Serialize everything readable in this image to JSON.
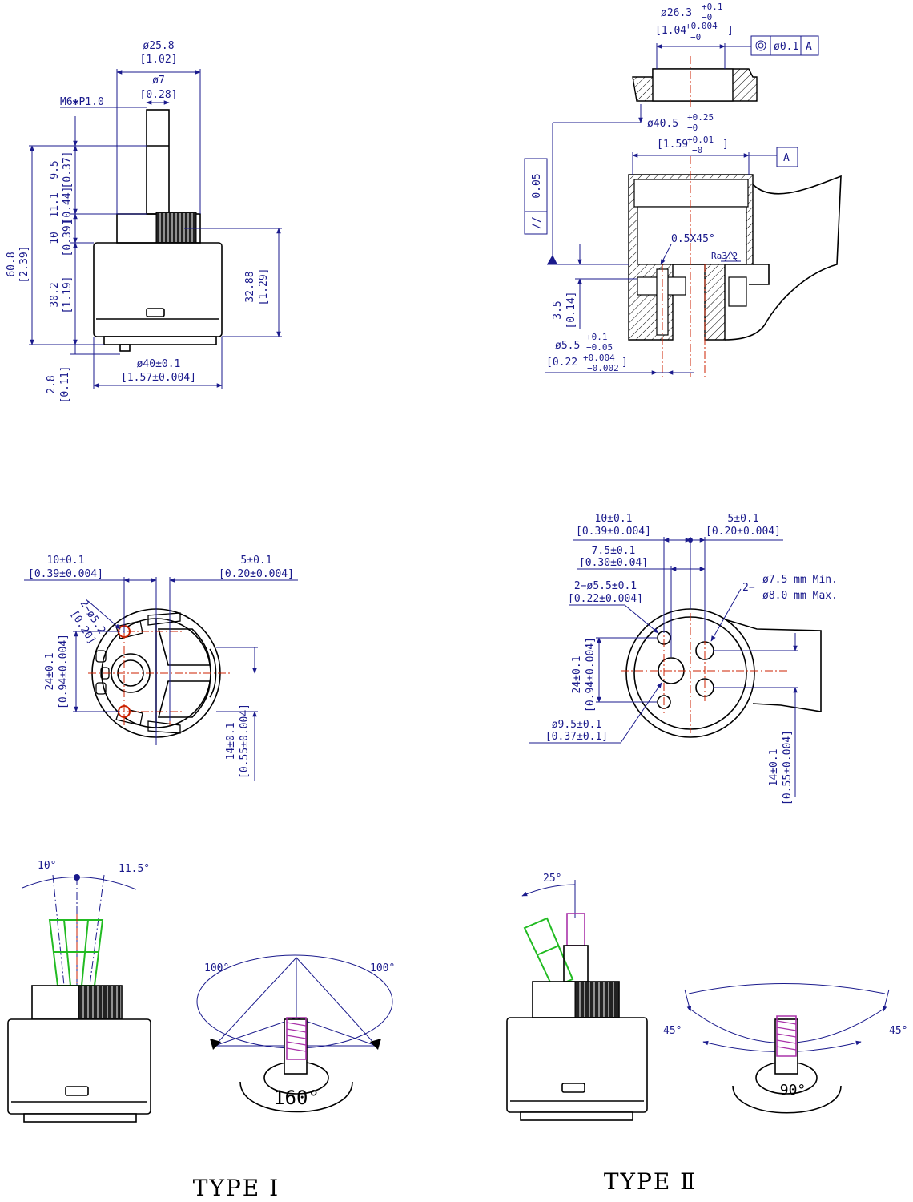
{
  "side_view": {
    "d_top": "ø25.8",
    "d_top_in": "[1.02]",
    "d_stem": "ø7",
    "d_stem_in": "[0.28]",
    "thread": "M6✱P1.0",
    "h_total": "60.8",
    "h_total_in": "[2.39]",
    "h1": "9.5",
    "h1_in": "[0.37]",
    "h2": "11.1",
    "h2_in": "[0.44]",
    "h3": "10",
    "h3_in": "[0.39]",
    "h4": "30.2",
    "h4_in": "[1.19]",
    "h_body": "32.88",
    "h_body_in": "[1.29]",
    "h_bottom": "2.8",
    "h_bottom_in": "[0.11]",
    "d_body": "ø40±0.1",
    "d_body_in": "[1.57±0.004]"
  },
  "section_view": {
    "d_top": "ø26.3",
    "d_top_tol_up": "+0.1",
    "d_top_tol_dn": "−0",
    "d_top_in": "[1.04",
    "d_top_in_up": "+0.004",
    "d_top_in_close": "]",
    "d_top_in_dn": "−0",
    "concentric": "ø0.1",
    "datum_ref": "A",
    "d_mid": "ø40.5",
    "d_mid_tol_up": "+0.25",
    "d_mid_tol_dn": "−0",
    "d_mid_in": "[1.59",
    "d_mid_in_up": "+0.01",
    "d_mid_in_close": "]",
    "d_mid_in_dn": "−0",
    "datum": "A",
    "parallel_tol": "0.05",
    "parallel_sym": "//",
    "chamfer": "0.5X45°",
    "roughness": "Ra3.2",
    "depth": "3.5",
    "depth_in": "[0.14]",
    "d_hole": "ø5.5",
    "d_hole_up": "+0.1",
    "d_hole_dn": "−0.05",
    "d_hole_in": "[0.22",
    "d_hole_in_up": "+0.004",
    "d_hole_in_close": "]",
    "d_hole_in_dn": "−0.002"
  },
  "bottom_view_1": {
    "dx1": "10±0.1",
    "dx1_in": "[0.39±0.004]",
    "dx2": "5±0.1",
    "dx2_in": "[0.20±0.004]",
    "holes": "2−ø5.2",
    "holes_in": "[0.20]",
    "dy1": "24±0.1",
    "dy1_in": "[0.94±0.004]",
    "dy2": "14±0.1",
    "dy2_in": "[0.55±0.004]"
  },
  "bottom_view_2": {
    "dx1": "10±0.1",
    "dx1_in": "[0.39±0.004]",
    "dx2": "5±0.1",
    "dx2_in": "[0.20±0.004]",
    "dx3": "7.5±0.1",
    "dx3_in": "[0.30±0.04]",
    "holes": "2−ø5.5±0.1",
    "holes_in": "[0.22±0.004]",
    "pins_prefix": "2−",
    "pins_min": "ø7.5 mm Min.",
    "pins_max": "ø8.0 mm Max.",
    "dy1": "24±0.1",
    "dy1_in": "[0.94±0.004]",
    "center_hole": "ø9.5±0.1",
    "center_hole_in": "[0.37±0.1]",
    "dy2": "14±0.1",
    "dy2_in": "[0.55±0.004]"
  },
  "type1": {
    "angle_left": "10°",
    "angle_right": "11.5°",
    "rot_left": "100°",
    "rot_right": "100°",
    "rot_total": "160°",
    "title": "TYPE Ⅰ"
  },
  "type2": {
    "tilt": "25°",
    "rot_left": "45°",
    "rot_right": "45°",
    "rot_total": "90°",
    "title": "TYPE Ⅱ"
  }
}
